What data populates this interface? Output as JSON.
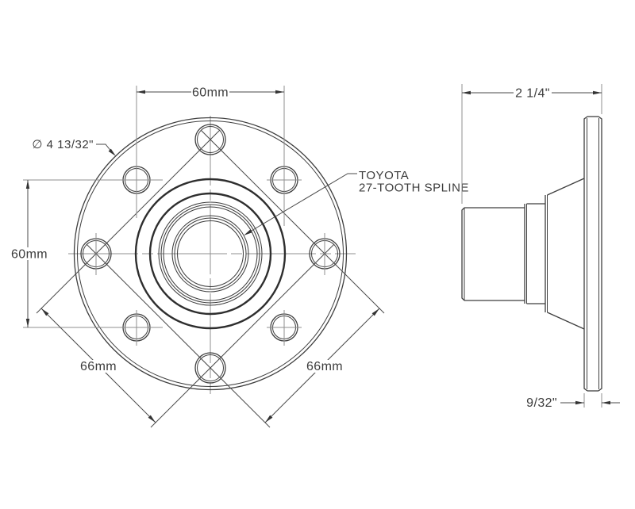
{
  "front_view": {
    "outer_diameter_label": "∅ 4 13/32\"",
    "spline_label": {
      "line1": "TOYOTA",
      "line2": "27-TOOTH SPLINE"
    },
    "top_dimension": "60mm",
    "left_dimension": "60mm",
    "lower_left_dimension": "66mm",
    "lower_right_dimension": "66mm"
  },
  "side_view": {
    "overall_width_dimension": "2 1/4\"",
    "flange_thickness_dimension": "9/32\""
  },
  "colors": {
    "background": "#ffffff",
    "outline": "#3f3f3f",
    "bold_outline": "#2e2e2e",
    "construction_lines": "#8f8f8f",
    "dimension_lines": "#4a4a4a",
    "text": "#3c3c3c"
  }
}
